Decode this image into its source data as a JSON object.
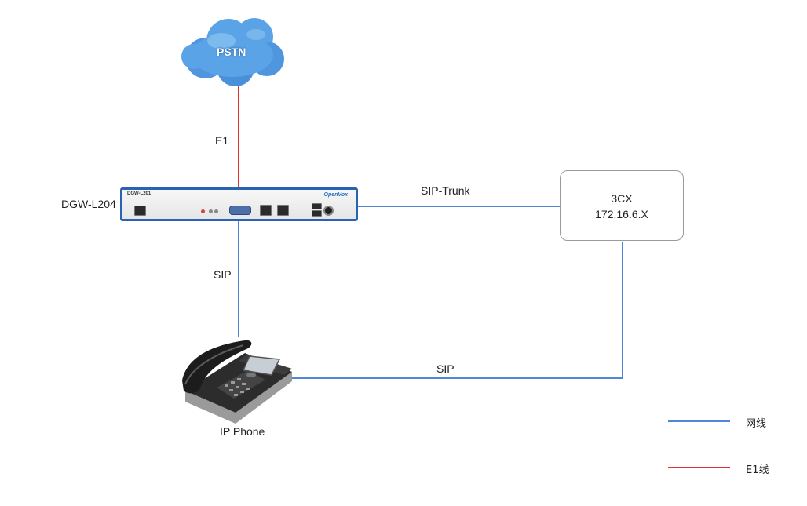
{
  "nodes": {
    "pstn": {
      "label": "PSTN"
    },
    "gateway": {
      "label": "DGW-L204",
      "panel_model": "DGW-L201",
      "panel_brand": "OpenVox"
    },
    "server": {
      "name": "3CX",
      "address": "172.16.6.X"
    },
    "phone": {
      "label": "IP Phone"
    }
  },
  "links": {
    "pstn_gateway": {
      "label": "E1",
      "type": "e1"
    },
    "gateway_server": {
      "label": "SIP-Trunk",
      "type": "network"
    },
    "gateway_phone": {
      "label": "SIP",
      "type": "network"
    },
    "phone_server": {
      "label": "SIP",
      "type": "network"
    }
  },
  "legend": [
    {
      "label": "网线",
      "type": "network"
    },
    {
      "label": "E1线",
      "type": "e1"
    }
  ],
  "colors": {
    "network": "#4f86d9",
    "e1": "#e0312f",
    "cloud": "#5aa3e6",
    "gateway_border": "#2a62b4"
  }
}
